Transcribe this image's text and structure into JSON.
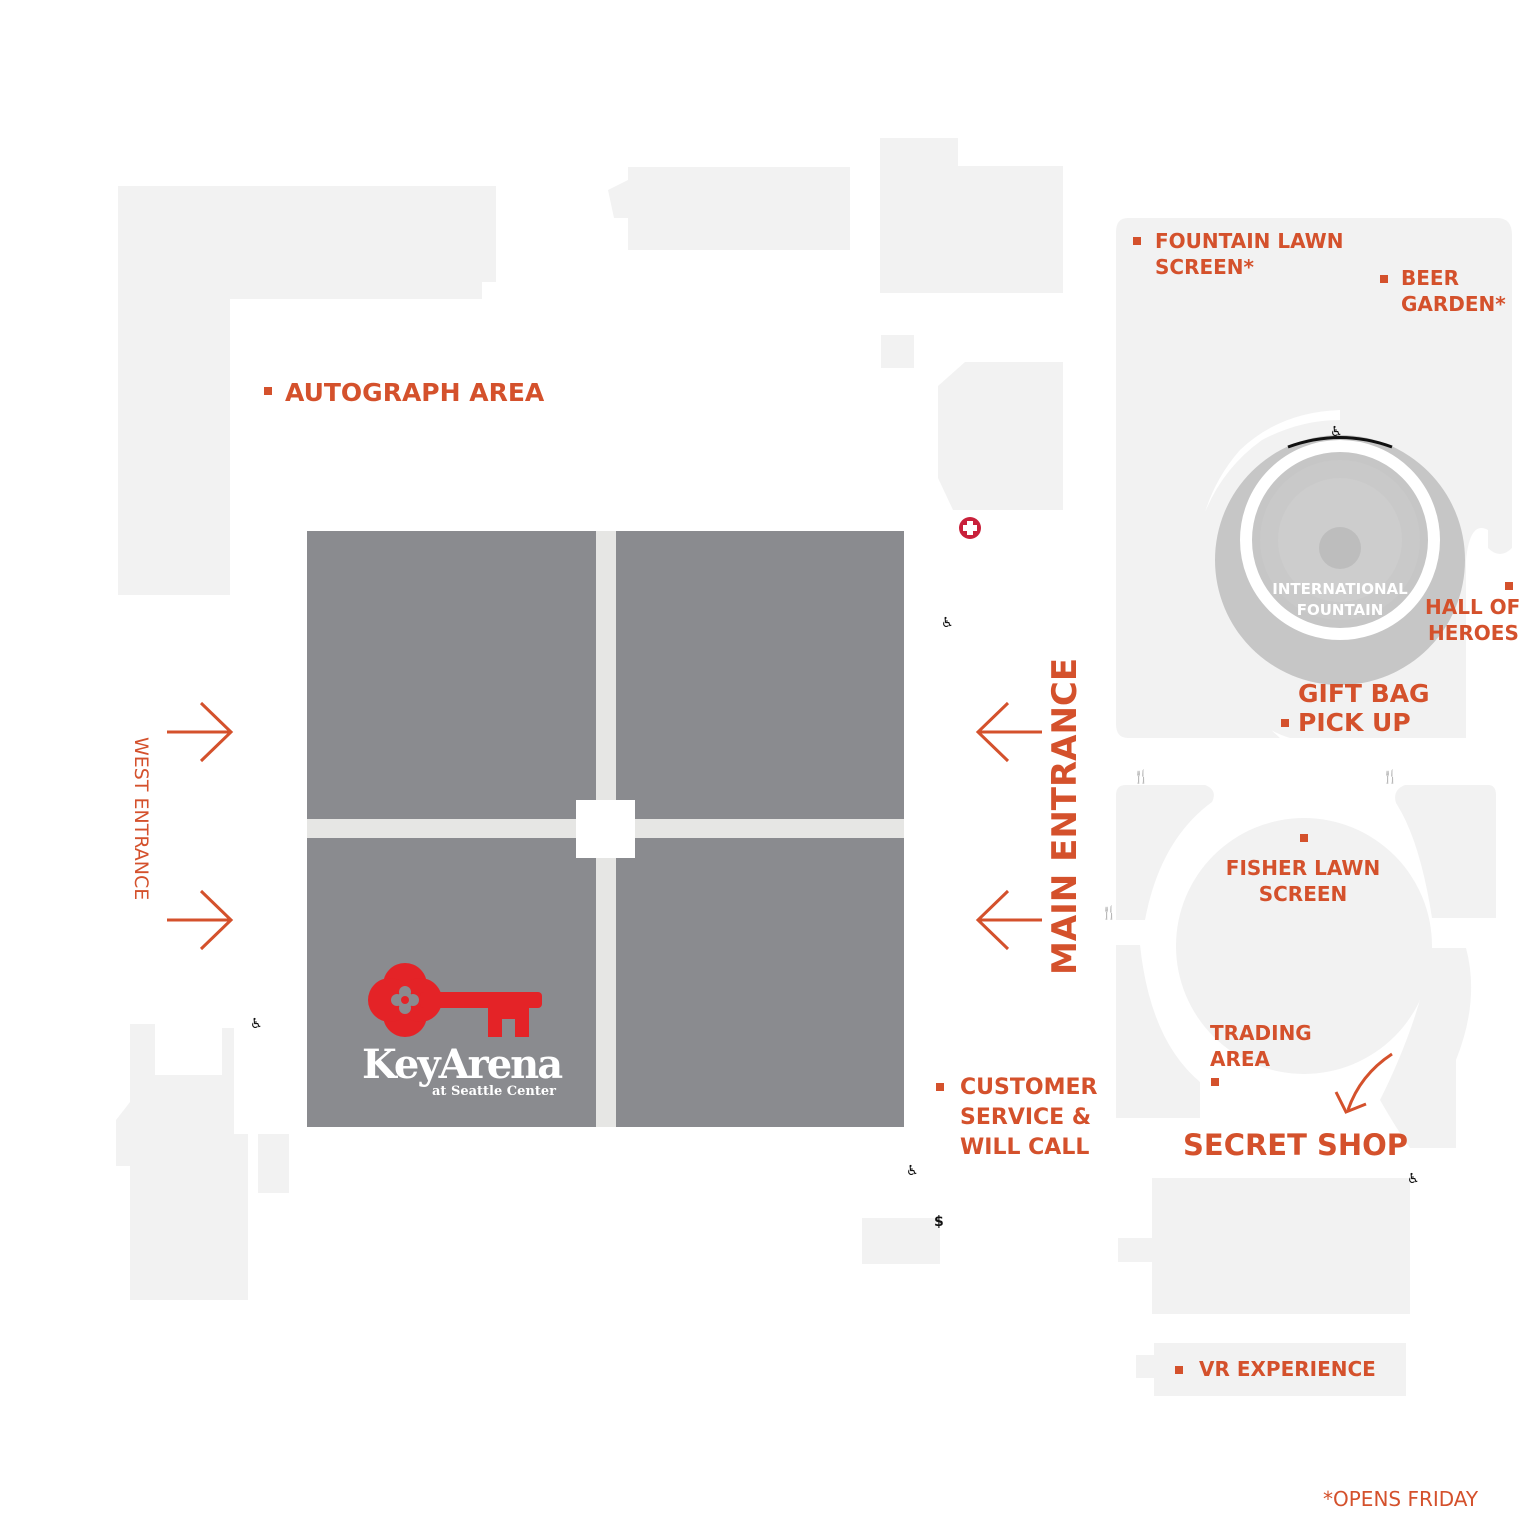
{
  "colors": {
    "label": "#d4512c",
    "building": "#f2f2f2",
    "arena": "#8a8b8f",
    "arena_aisle": "#e6e6e4",
    "fountain": "#c6c6c6",
    "logo_red": "#e42327",
    "first_aid": "#c8203a",
    "icon_dark": "#111111"
  },
  "labels": {
    "autograph_area": "AUTOGRAPH AREA",
    "fountain_lawn_screen": [
      "FOUNTAIN LAWN",
      "SCREEN*"
    ],
    "beer_garden": [
      "BEER",
      "GARDEN*"
    ],
    "international_fountain": [
      "INTERNATIONAL",
      "FOUNTAIN"
    ],
    "hall_of_heroes": [
      "HALL OF",
      "HEROES"
    ],
    "gift_bag_pick_up": [
      "GIFT BAG",
      "PICK UP"
    ],
    "fisher_lawn_screen": [
      "FISHER LAWN",
      "SCREEN"
    ],
    "trading_area": [
      "TRADING",
      "AREA"
    ],
    "secret_shop": "SECRET SHOP",
    "customer_service": [
      "CUSTOMER",
      "SERVICE &",
      "WILL CALL"
    ],
    "vr_experience": "VR EXPERIENCE",
    "main_entrance": "MAIN ENTRANCE",
    "west_entrance": "WEST ENTRANCE",
    "opens_friday": "*OPENS FRIDAY"
  },
  "logo": {
    "name": "KeyArena",
    "subtitle": "at Seattle Center"
  },
  "icons": {
    "accessible": "♿",
    "dining": "🍴",
    "atm": "$",
    "first_aid": "first-aid-cross-icon",
    "arrow": "arrow-icon"
  }
}
